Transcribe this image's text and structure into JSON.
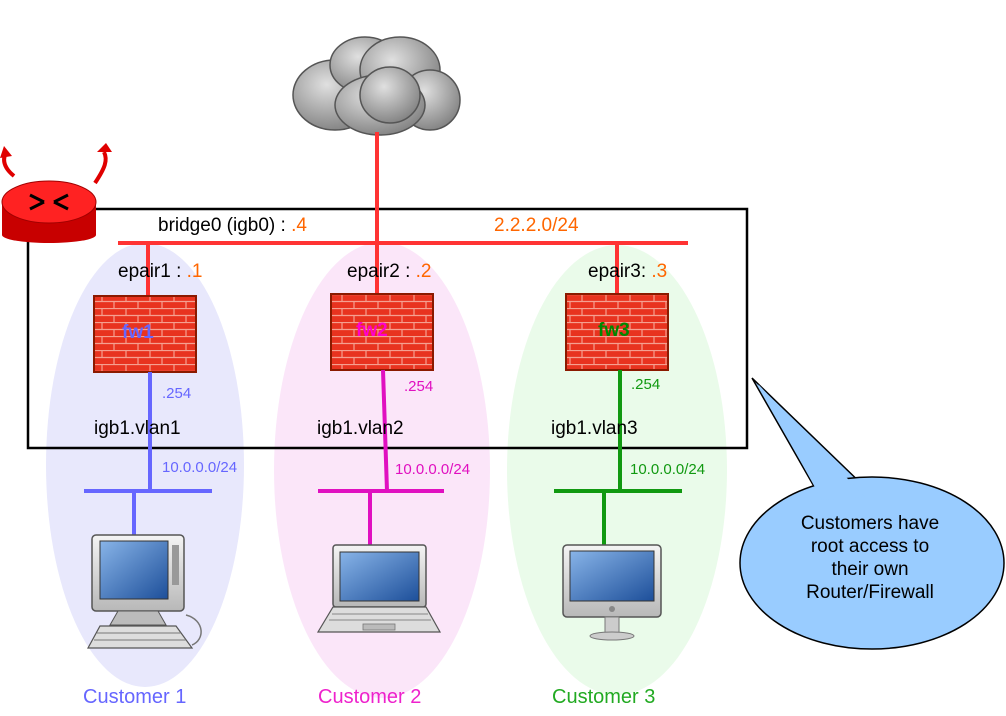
{
  "bridge": {
    "label": "bridge0 (igb0) : ",
    "ip": ".4",
    "network": "2.2.2.0/24"
  },
  "epairs": [
    {
      "label": "epair1 : ",
      "ip": ".1"
    },
    {
      "label": "epair2 : ",
      "ip": ".2"
    },
    {
      "label": "epair3: ",
      "ip": ".3"
    }
  ],
  "firewalls": [
    {
      "name": "fw1",
      "color": "#6666ff"
    },
    {
      "name": "fw2",
      "color": "#ff00cc"
    },
    {
      "name": "fw3",
      "color": "#008800"
    }
  ],
  "vlans": [
    {
      "gateway": ".254",
      "iface": "igb1.vlan1",
      "subnet": "10.0.0.0/24",
      "color": "#6666ff"
    },
    {
      "gateway": ".254",
      "iface": "igb1.vlan2",
      "subnet": "10.0.0.0/24",
      "color": "#e010c0"
    },
    {
      "gateway": ".254",
      "iface": "igb1.vlan3",
      "subnet": "10.0.0.0/24",
      "color": "#119911"
    }
  ],
  "customers": [
    {
      "label": "Customer 1",
      "color": "#6666ff"
    },
    {
      "label": "Customer 2",
      "color": "#ee22cc"
    },
    {
      "label": "Customer 3",
      "color": "#22aa22"
    }
  ],
  "callout": {
    "lines": [
      "Customers have",
      "root access to",
      "their own",
      "Router/Firewall"
    ]
  },
  "colors": {
    "wan_line": "#ff3333",
    "orange_text": "#ff6600",
    "callout_fill": "#99ccff",
    "cloud_fill": "#aaaaaa"
  }
}
